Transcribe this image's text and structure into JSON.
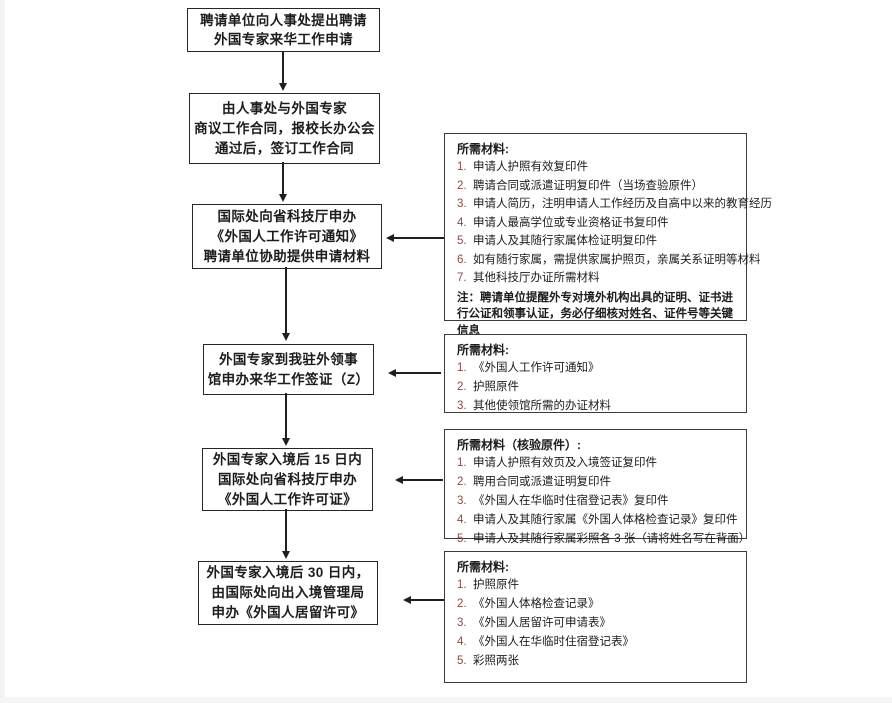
{
  "page": {
    "background": "#ffffff",
    "line_color": "#1f1f1f",
    "number_color": "#8a4a45"
  },
  "flow": [
    {
      "lines": [
        "聘请单位向人事处提出聘请",
        "外国专家来华工作申请"
      ]
    },
    {
      "lines": [
        "由人事处与外国专家",
        "商议工作合同，报校长办公会",
        "通过后，签订工作合同"
      ]
    },
    {
      "lines": [
        "国际处向省科技厅申办",
        "《外国人工作许可通知》",
        "聘请单位协助提供申请材料"
      ]
    },
    {
      "lines": [
        "外国专家到我驻外领事",
        "馆申办来华工作签证（Z）"
      ]
    },
    {
      "lines": [
        "外国专家入境后 15 日内",
        "国际处向省科技厅申办",
        "《外国人工作许可证》"
      ]
    },
    {
      "lines": [
        "外国专家入境后 30 日内，",
        "由国际处向出入境管理局",
        "申办《外国人居留许可》"
      ]
    }
  ],
  "materials": [
    {
      "title": "所需材料:",
      "items": [
        {
          "num": "1.",
          "text": "申请人护照有效复印件"
        },
        {
          "num": "2.",
          "text": "聘请合同或派遣证明复印件（当场查验原件）"
        },
        {
          "num": "3.",
          "text": "申请人简历，注明申请人工作经历及自高中以来的教育经历"
        },
        {
          "num": "4.",
          "text": "申请人最高学位或专业资格证书复印件"
        },
        {
          "num": "5.",
          "text": "申请人及其随行家属体检证明复印件"
        },
        {
          "num": "6.",
          "text": "如有随行家属，需提供家属护照页，亲属关系证明等材料"
        },
        {
          "num": "7.",
          "text": "其他科技厅办证所需材料"
        }
      ],
      "note": "注：聘请单位提醒外专对境外机构出具的证明、证书进行公证和领事认证，务必仔细核对姓名、证件号等关键信息"
    },
    {
      "title": "所需材料:",
      "items": [
        {
          "num": "1.",
          "text": "《外国人工作许可通知》"
        },
        {
          "num": "2.",
          "text": "护照原件"
        },
        {
          "num": "3.",
          "text": "其他使领馆所需的办证材料"
        }
      ]
    },
    {
      "title": "所需材料（核验原件）:",
      "items": [
        {
          "num": "1.",
          "text": "申请人护照有效页及入境签证复印件"
        },
        {
          "num": "2.",
          "text": "聘用合同或派遣证明复印件"
        },
        {
          "num": "3.",
          "text": "《外国人在华临时住宿登记表》复印件"
        },
        {
          "num": "4.",
          "text": "申请人及其随行家属《外国人体格检查记录》复印件"
        },
        {
          "num": "5.",
          "text": "申请人及其随行家属彩照各 3 张（请将姓名写在背面）"
        }
      ]
    },
    {
      "title": "所需材料:",
      "items": [
        {
          "num": "1.",
          "text": "护照原件"
        },
        {
          "num": "2.",
          "text": "《外国人体格检查记录》"
        },
        {
          "num": "3.",
          "text": "《外国人居留许可申请表》"
        },
        {
          "num": "4.",
          "text": "《外国人在华临时住宿登记表》"
        },
        {
          "num": "5.",
          "text": "彩照两张"
        }
      ]
    }
  ]
}
